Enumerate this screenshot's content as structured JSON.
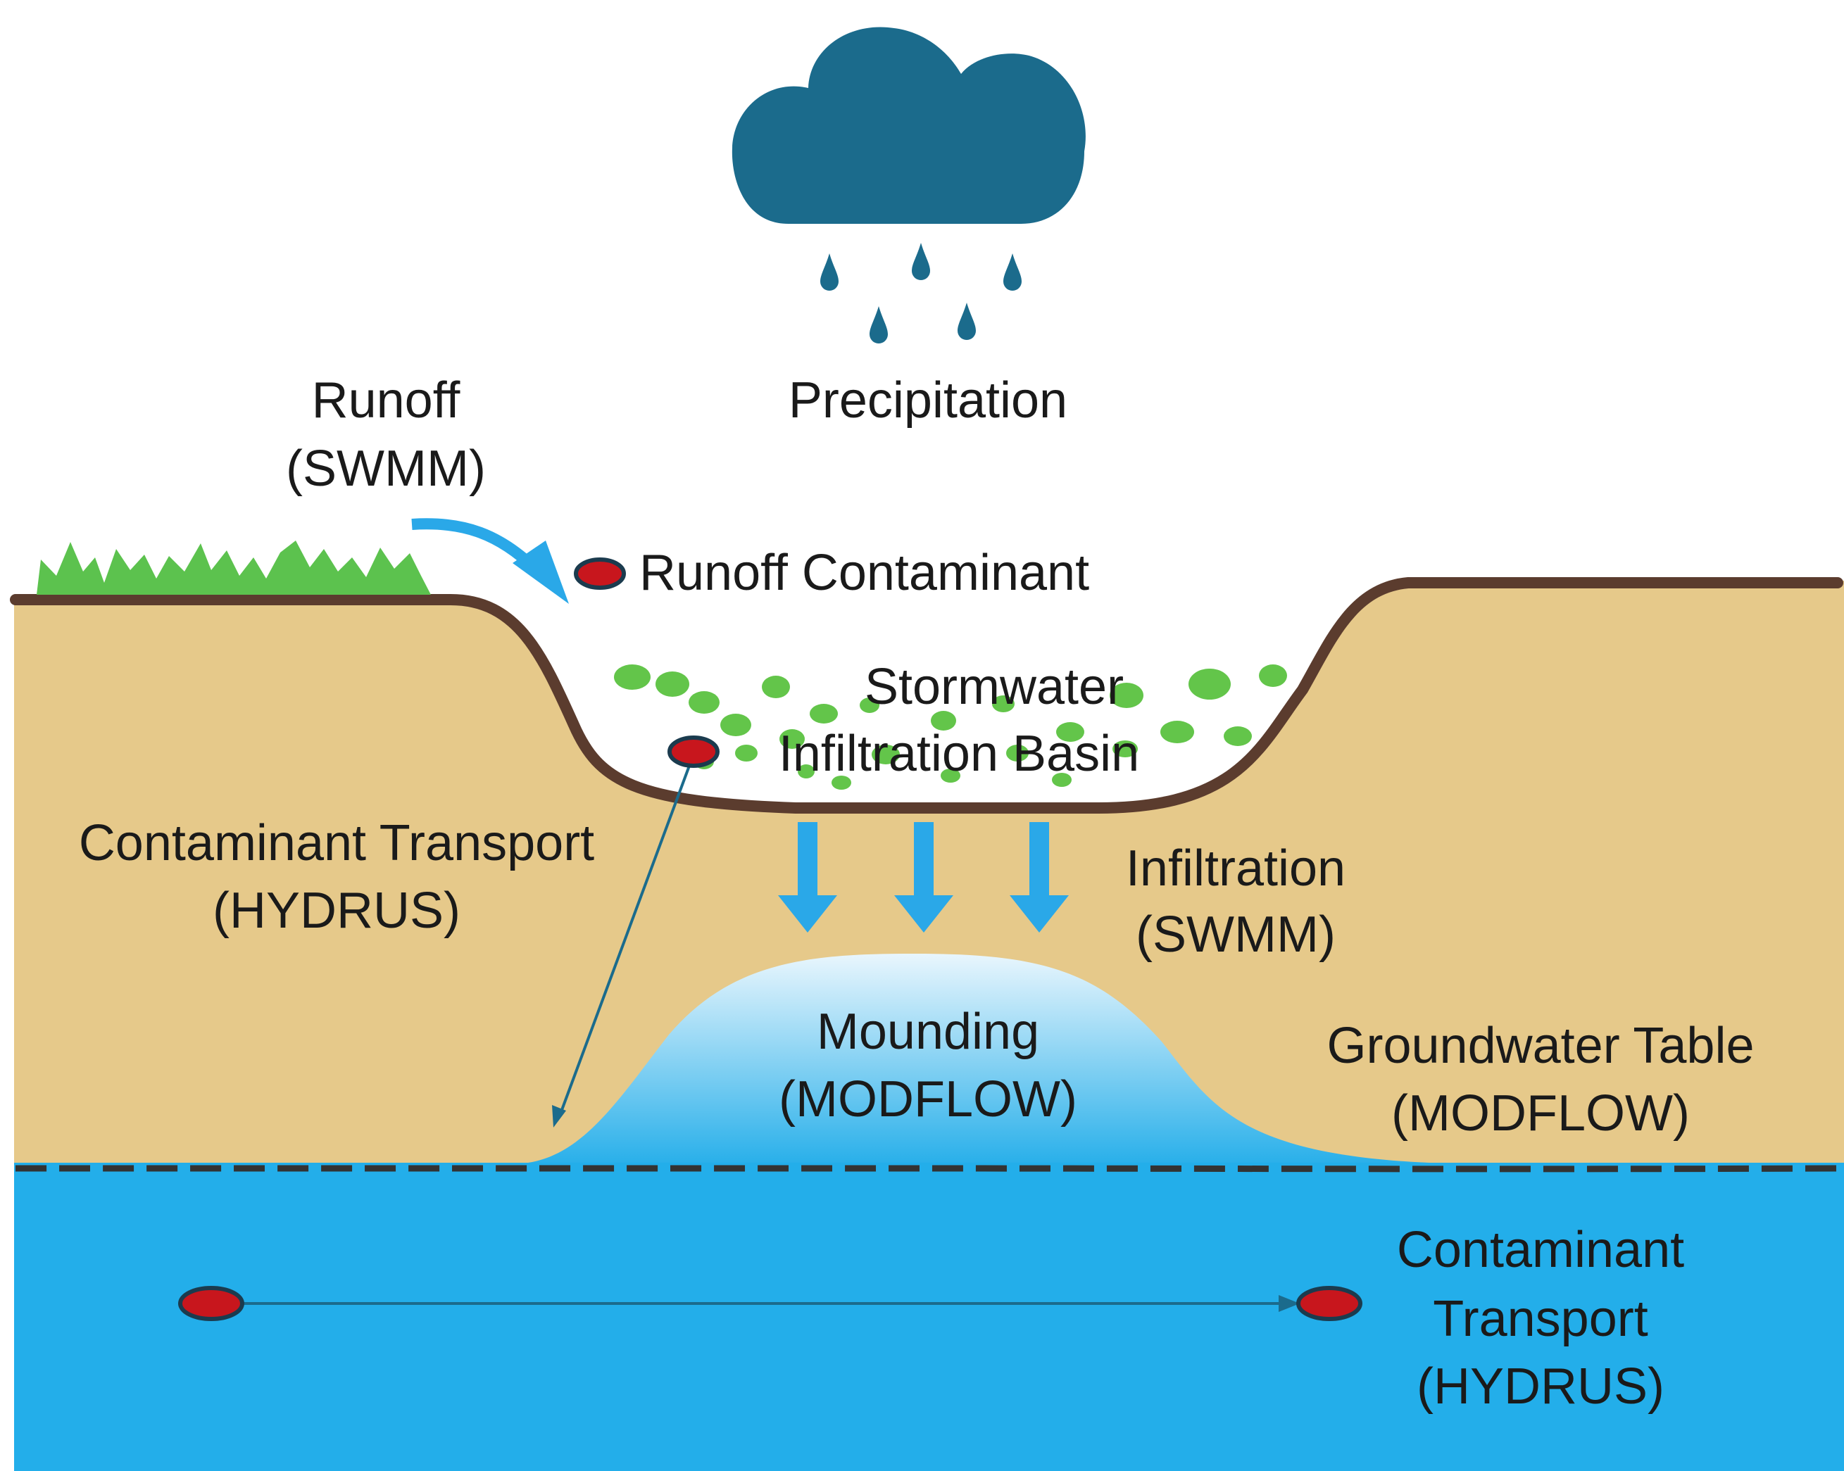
{
  "labels": {
    "precipitation": "Precipitation",
    "runoff": "Runoff",
    "runoff_model": "(SWMM)",
    "runoff_contaminant": "Runoff Contaminant",
    "basin_line1": "Stormwater",
    "basin_line2": "Infiltration Basin",
    "vadose_transport": "Contaminant Transport",
    "vadose_transport_model": "(HYDRUS)",
    "infiltration": "Infiltration",
    "infiltration_model": "(SWMM)",
    "mounding": "Mounding",
    "mounding_model": "(MODFLOW)",
    "gw_table": "Groundwater Table",
    "gw_table_model": "(MODFLOW)",
    "aquifer_transport_line1": "Contaminant",
    "aquifer_transport_line2": "Transport",
    "aquifer_transport_model": "(HYDRUS)"
  },
  "colors": {
    "cloud": "#1b6b8c",
    "raindrop": "#1b6b8c",
    "soil": "#e6c98a",
    "ground_line": "#5b3c2e",
    "grass": "#5cc24e",
    "vegetation_spots": "#63c54a",
    "groundwater": "#23aeea",
    "mound_top": "#e9f6fd",
    "mound_bottom": "#2ab0ea",
    "arrow": "#2aa8e8",
    "contaminant": "#c8161d",
    "contaminant_outline": "#1b3b4e",
    "transport_arrow": "#1b6b8c",
    "water_table_dash": "#333333"
  },
  "icons": {
    "cloud": "rain-cloud-icon",
    "raindrop": "raindrop-icon",
    "contaminant": "contaminant-particle-icon"
  }
}
